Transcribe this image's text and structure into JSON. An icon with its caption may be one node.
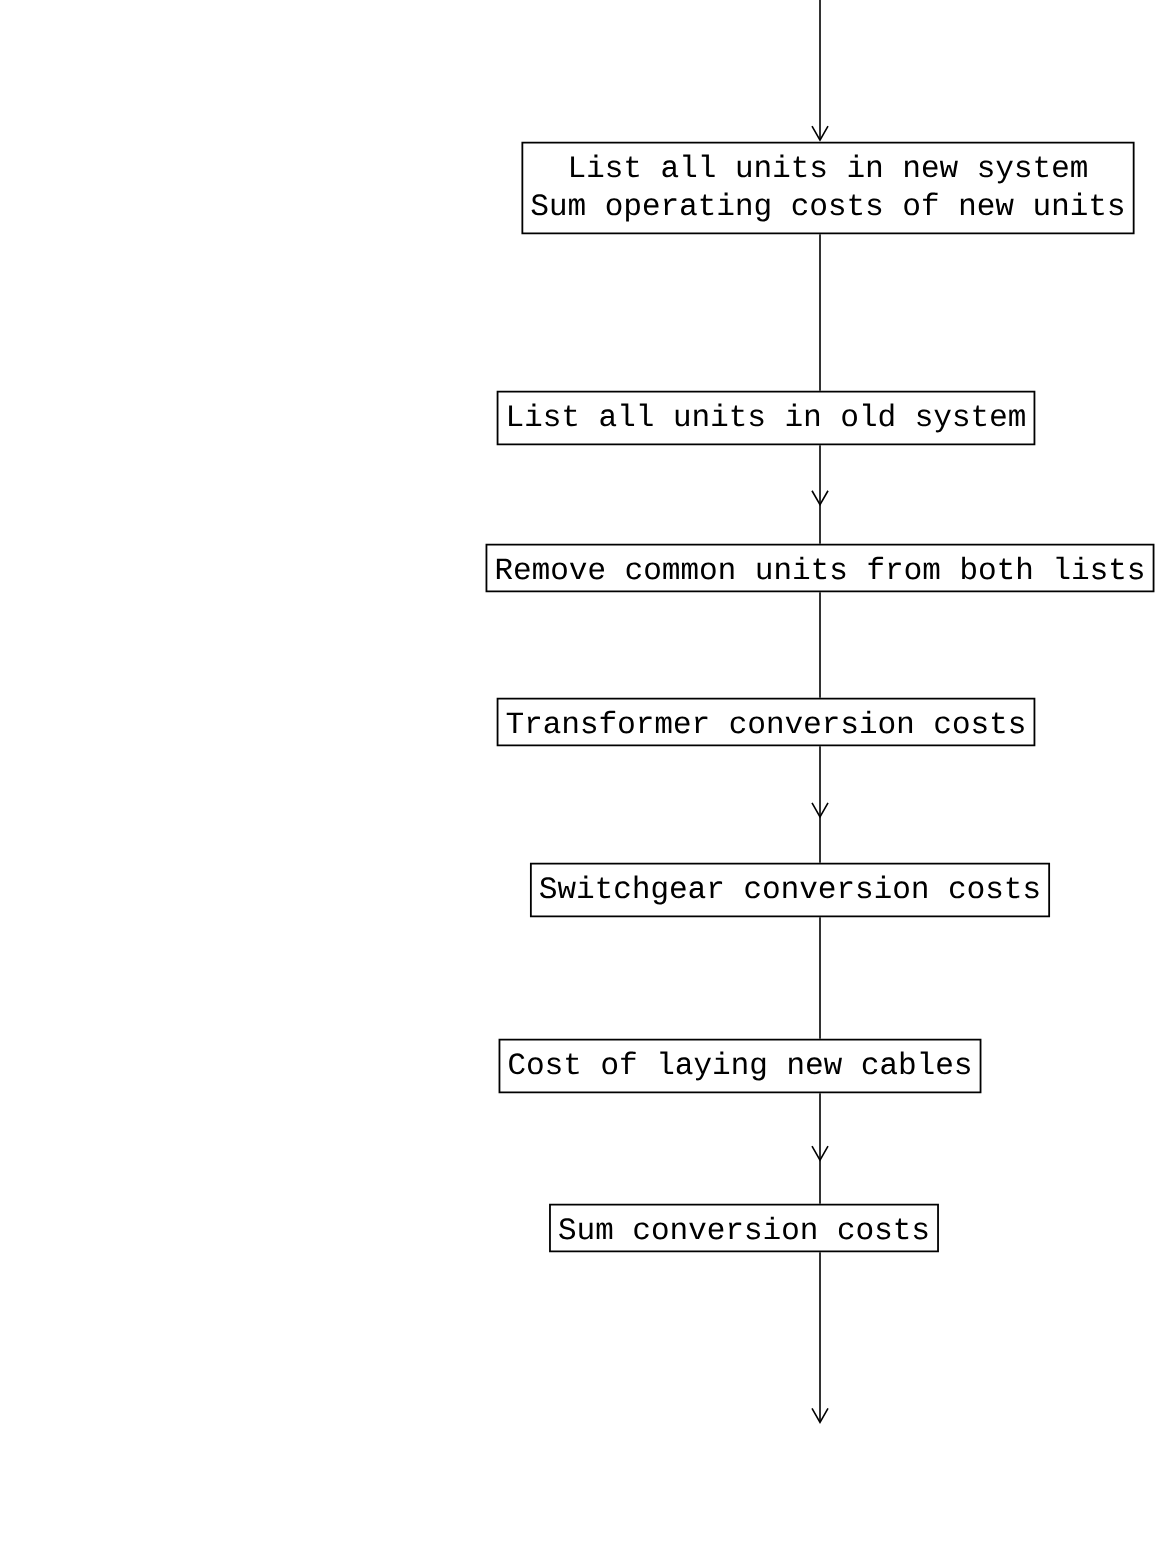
{
  "diagram": {
    "nodes": [
      {
        "text": [
          "List all units in new system",
          "Sum operating costs of new units"
        ]
      },
      {
        "text": [
          "List all units in old system"
        ]
      },
      {
        "text": [
          "Remove common units from both lists"
        ]
      },
      {
        "text": [
          "Transformer conversion costs"
        ]
      },
      {
        "text": [
          "Switchgear conversion costs"
        ]
      },
      {
        "text": [
          "Cost of laying new cables"
        ]
      },
      {
        "text": [
          "Sum conversion costs"
        ]
      }
    ],
    "edges": [
      {
        "from": null,
        "to": 0,
        "arrow": "to"
      },
      {
        "from": 0,
        "to": 1,
        "arrow": "none"
      },
      {
        "from": 1,
        "to": 2,
        "arrow": "to"
      },
      {
        "from": 2,
        "to": 3,
        "arrow": "none"
      },
      {
        "from": 3,
        "to": 4,
        "arrow": "to"
      },
      {
        "from": 4,
        "to": 5,
        "arrow": "none"
      },
      {
        "from": 5,
        "to": 6,
        "arrow": "to"
      },
      {
        "from": 6,
        "to": null,
        "arrow": "to"
      }
    ]
  }
}
